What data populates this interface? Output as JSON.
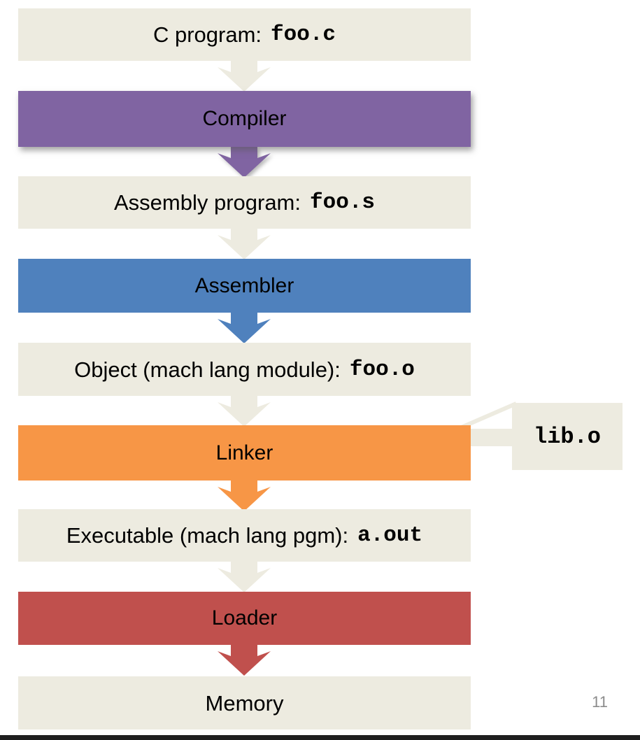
{
  "slide": {
    "page_number": "11"
  },
  "colors": {
    "beige": "#EDEBE0",
    "purple": "#8064A2",
    "blue": "#4F81BD",
    "orange": "#F79646",
    "red": "#C0504D",
    "footer_bar": "#1F1F1F",
    "page_number_gray": "#8C8C8C"
  },
  "flow": {
    "stages": [
      {
        "kind": "artifact",
        "prefix": "C program:",
        "code": "foo.c"
      },
      {
        "kind": "tool",
        "label": "Compiler"
      },
      {
        "kind": "artifact",
        "prefix": "Assembly program:",
        "code": "foo.s"
      },
      {
        "kind": "tool",
        "label": "Assembler"
      },
      {
        "kind": "artifact",
        "prefix": "Object (mach lang module):",
        "code": "foo.o"
      },
      {
        "kind": "tool",
        "label": "Linker"
      },
      {
        "kind": "artifact",
        "prefix": "Executable (mach lang pgm):",
        "code": "a.out"
      },
      {
        "kind": "tool",
        "label": "Loader"
      },
      {
        "kind": "artifact",
        "prefix": "Memory",
        "code": ""
      }
    ],
    "side_input": {
      "code": "lib.o"
    }
  }
}
